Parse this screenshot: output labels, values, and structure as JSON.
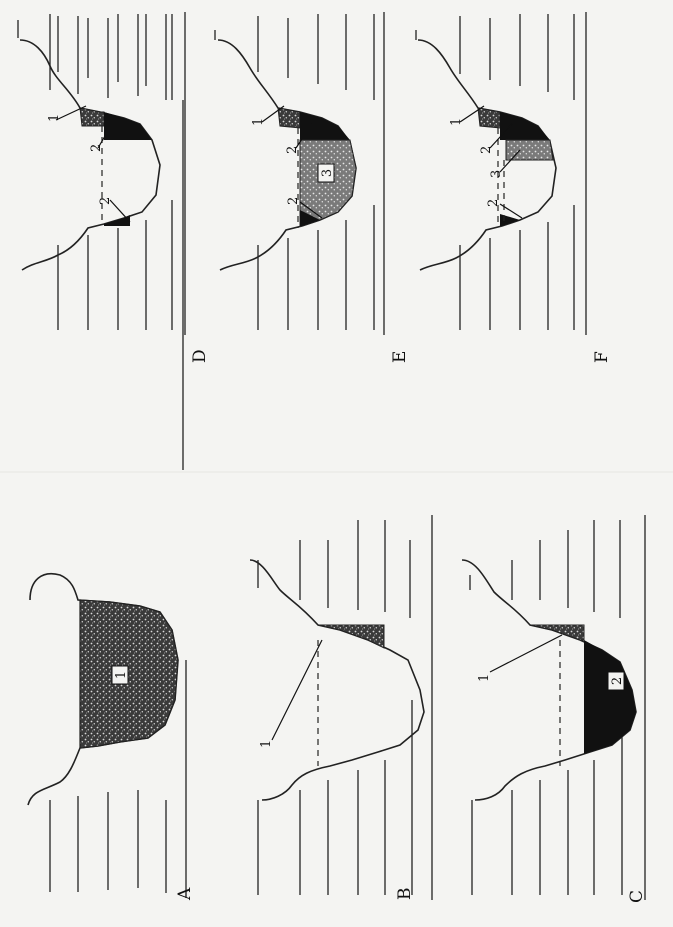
{
  "figure": {
    "panels": [
      {
        "id": "panel-A",
        "label": "A",
        "callouts": [
          {
            "text": "1"
          }
        ]
      },
      {
        "id": "panel-B",
        "label": "B",
        "callouts": [
          {
            "text": "1"
          }
        ]
      },
      {
        "id": "panel-C",
        "label": "C",
        "callouts": [
          {
            "text": "1"
          },
          {
            "text": "2"
          }
        ]
      },
      {
        "id": "panel-D",
        "label": "D",
        "callouts": [
          {
            "text": "1"
          },
          {
            "text": "2"
          },
          {
            "text": "2"
          }
        ]
      },
      {
        "id": "panel-E",
        "label": "E",
        "callouts": [
          {
            "text": "1"
          },
          {
            "text": "2"
          },
          {
            "text": "2"
          },
          {
            "text": "3"
          }
        ]
      },
      {
        "id": "panel-F",
        "label": "F",
        "callouts": [
          {
            "text": "1"
          },
          {
            "text": "2"
          },
          {
            "text": "3"
          },
          {
            "text": "2"
          }
        ]
      }
    ],
    "colors": {
      "background": "#f4f4f2",
      "line": "#222222",
      "gravel": "#4a4a4a",
      "dark_fill": "#111111",
      "light_fill": "#8a8a8a"
    }
  }
}
